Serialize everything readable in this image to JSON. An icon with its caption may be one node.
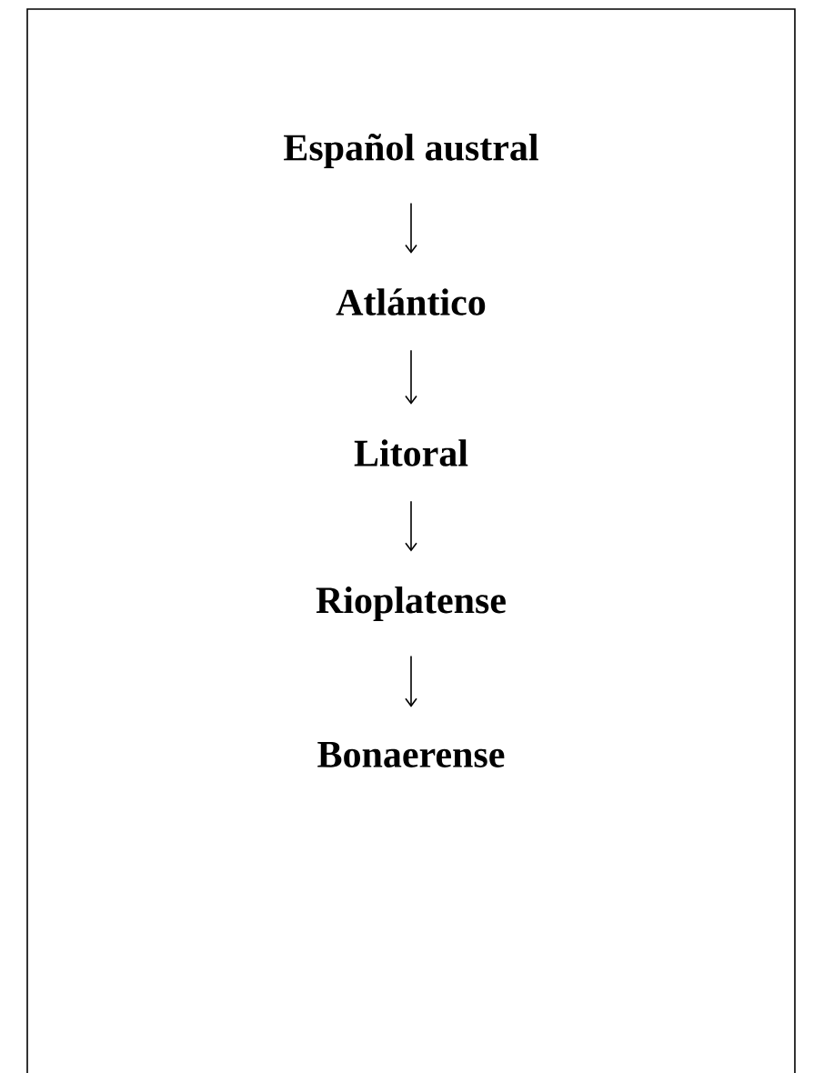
{
  "diagram": {
    "nodes": [
      {
        "text": [
          "Español austral"
        ]
      },
      {
        "text": [
          "Atlántico"
        ]
      },
      {
        "text": [
          "Litoral"
        ]
      },
      {
        "text": [
          "Rioplatense"
        ]
      },
      {
        "text": [
          "Bonaerense"
        ]
      }
    ],
    "edges": [
      {
        "from": 0,
        "to": 1,
        "arrow": "to"
      },
      {
        "from": 1,
        "to": 2,
        "arrow": "to"
      },
      {
        "from": 2,
        "to": 3,
        "arrow": "to"
      },
      {
        "from": 3,
        "to": 4,
        "arrow": "to"
      }
    ]
  }
}
